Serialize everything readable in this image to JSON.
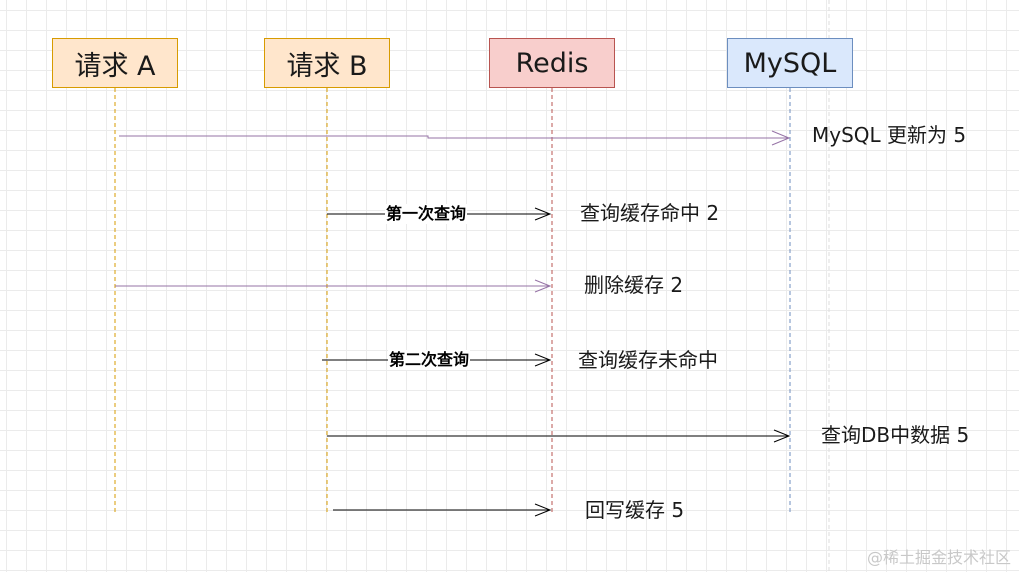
{
  "actors": {
    "request_a": "请求 A",
    "request_b": "请求 B",
    "redis": "Redis",
    "mysql": "MySQL"
  },
  "messages": {
    "first_query": "第一次查询",
    "second_query": "第二次查询"
  },
  "notes": {
    "mysql_update": "MySQL 更新为 5",
    "cache_hit": "查询缓存命中 2",
    "delete_cache": "删除缓存 2",
    "cache_miss": "查询缓存未命中",
    "query_db": "查询DB中数据 5",
    "write_back": "回写缓存 5"
  },
  "watermark": "@稀土掘金技术社区",
  "colors": {
    "lifeline_orange": "#d79b00",
    "lifeline_red": "#b85450",
    "lifeline_blue": "#6c8ebf",
    "arrow_purple": "#9673a6",
    "arrow_black": "#000000"
  }
}
